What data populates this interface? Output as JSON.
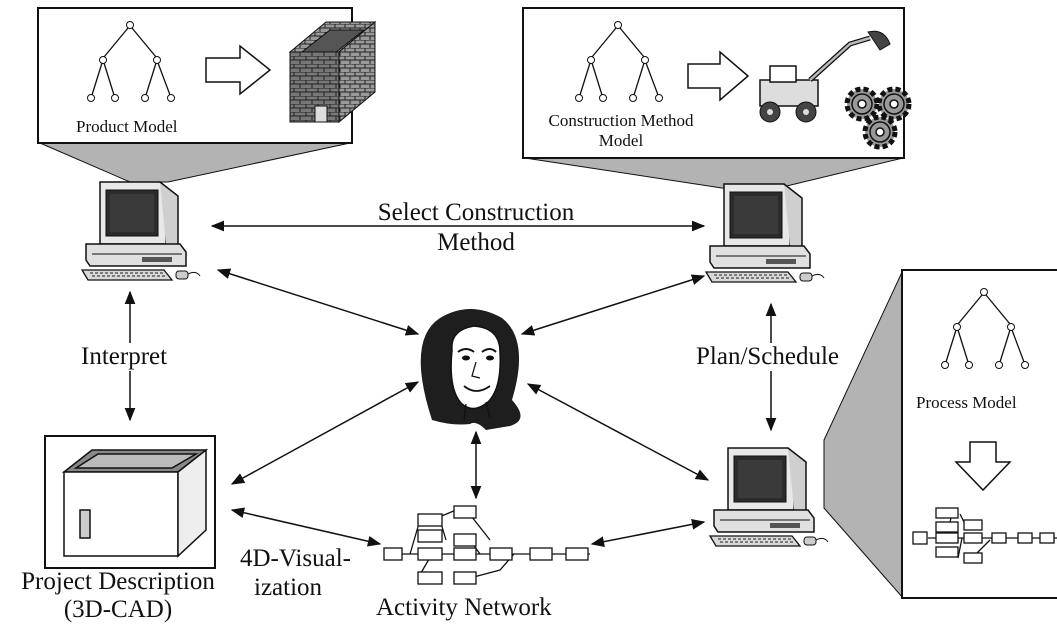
{
  "labels": {
    "product_model": "Product Model",
    "construction_method_model_line1": "Construction Method",
    "construction_method_model_line2": "Model",
    "process_model": "Process Model",
    "select_construction_method_line1": "Select Construction",
    "select_construction_method_line2": "Method",
    "interpret": "Interpret",
    "plan_schedule": "Plan/Schedule",
    "visualization_line1": "4D-Visual-",
    "visualization_line2": "ization",
    "project_description_line1": "Project Description",
    "project_description_line2": "(3D-CAD)",
    "activity_network": "Activity Network"
  },
  "colors": {
    "stroke": "#111111",
    "funnel_fill": "#b3b3b3",
    "screen_fill": "#2b2b2b",
    "background": "#ffffff"
  }
}
